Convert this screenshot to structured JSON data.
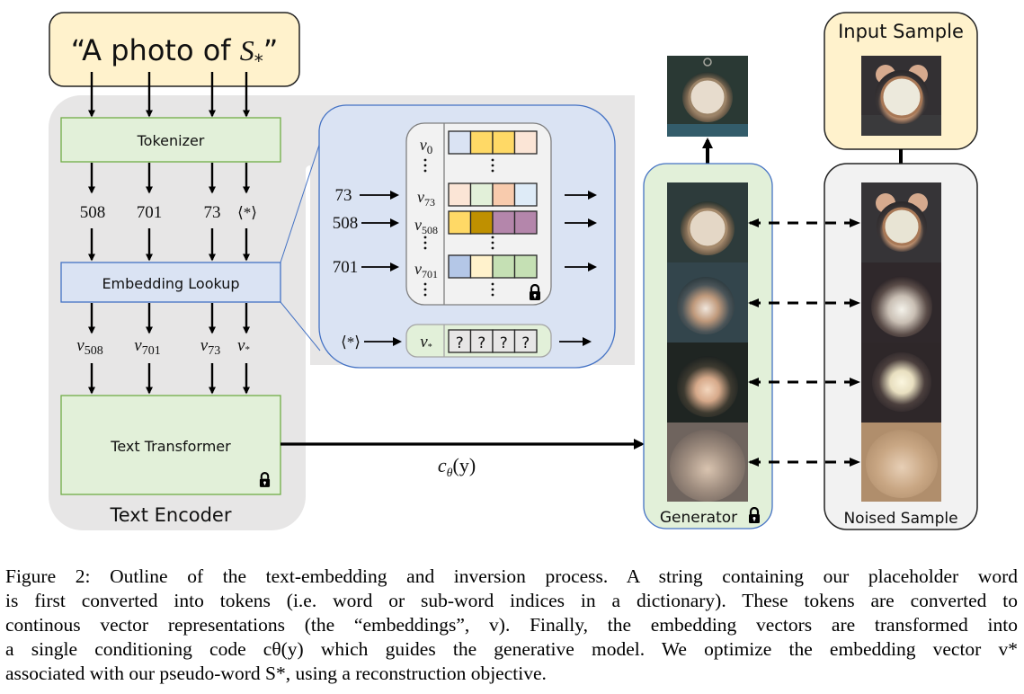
{
  "prompt": {
    "open_quote": "“",
    "text": "A photo of ",
    "placeholder": "S",
    "placeholder_sub": "*",
    "close_quote": "”"
  },
  "text_encoder": {
    "label": "Text Encoder",
    "tokenizer": "Tokenizer",
    "token_ids": [
      "508",
      "701",
      "73",
      "⟨*⟩"
    ],
    "embedding_lookup": "Embedding Lookup",
    "embeddings": [
      {
        "v": "v",
        "sub": "508"
      },
      {
        "v": "v",
        "sub": "701"
      },
      {
        "v": "v",
        "sub": "73"
      },
      {
        "v": "v",
        "sub": "*"
      }
    ],
    "transformer": "Text Transformer",
    "transformer_locked": true
  },
  "lookup_detail": {
    "table_rows": [
      {
        "id": "v0",
        "label": "v",
        "sub": "0",
        "input": null,
        "colors": [
          "#dae3f3",
          "#ffd966",
          "#ffd966",
          "#fbe5d6"
        ]
      },
      {
        "id": "dots1",
        "dots": true
      },
      {
        "id": "v73",
        "label": "v",
        "sub": "73",
        "input": "73",
        "colors": [
          "#fbe5d6",
          "#e2f0d9",
          "#f8cbad",
          "#deebf7"
        ]
      },
      {
        "id": "v508",
        "label": "v",
        "sub": "508",
        "input": "508",
        "colors": [
          "#ffd966",
          "#bf9000",
          "#b486ab",
          "#b486ab"
        ]
      },
      {
        "id": "dots2",
        "dots": true
      },
      {
        "id": "v701",
        "label": "v",
        "sub": "701",
        "input": "701",
        "colors": [
          "#b4c7e7",
          "#fff2cc",
          "#c5e0b4",
          "#c5e0b4"
        ]
      },
      {
        "id": "dots3",
        "dots": true
      }
    ],
    "table_locked": true,
    "placeholder_row": {
      "input": "⟨*⟩",
      "label": "v",
      "sub": "*",
      "cells": [
        "?",
        "?",
        "?",
        "?"
      ]
    }
  },
  "conditioning": {
    "label_c": "c",
    "label_sub": "θ",
    "label_arg": "(y)"
  },
  "generator": {
    "label": "Generator",
    "locked": true,
    "steps": 4
  },
  "noised_sample": {
    "label": "Noised Sample",
    "steps": 4
  },
  "input_sample": {
    "label": "Input Sample"
  },
  "colors": {
    "prompt_fill": "#fff2cc",
    "encoder_fill": "#e7e6e6",
    "green_fill": "#e2f0d9",
    "green_stroke": "#70ad47",
    "blue_fill": "#dae3f3",
    "blue_stroke": "#4472c4",
    "table_fill": "#f2f2f2",
    "noised_fill": "#f2f2f2"
  },
  "caption": {
    "lines": [
      "Figure 2: Outline of the text-embedding and inversion process. A string containing our placeholder word",
      "is first converted into tokens (i.e. word or sub-word indices in a dictionary). These tokens are converted to",
      "continous vector representations (the “embeddings”, v). Finally, the embedding vectors are transformed into",
      "a single conditioning code cθ(y) which guides the generative model. We optimize the embedding vector v*",
      "associated with our pseudo-word S*, using a reconstruction objective."
    ]
  }
}
